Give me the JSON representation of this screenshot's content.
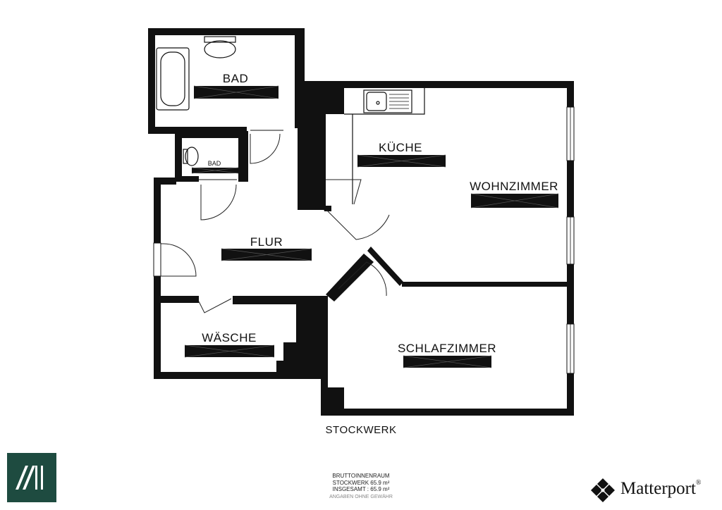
{
  "rooms": {
    "bad": "BAD",
    "bad_small": "BAD",
    "kueche": "KÜCHE",
    "wohnzimmer": "WOHNZIMMER",
    "flur": "FLUR",
    "waesche": "WÄSCHE",
    "schlafzimmer": "SCHLAFZIMMER"
  },
  "floor": {
    "name": "STOCKWERK"
  },
  "summary": {
    "heading": "BRUTTOINNENRAUM",
    "floor_line": "STOCKWERK 65.9 m²",
    "total_line": "INSGESAMT :  65.9 m²",
    "disclaimer": "ANGABEN OHNE GEWÄHR"
  },
  "brand": {
    "name": "Matterport",
    "mark": "®"
  },
  "colors": {
    "wall": "#111111",
    "logo_bg": "#1e4b40"
  }
}
